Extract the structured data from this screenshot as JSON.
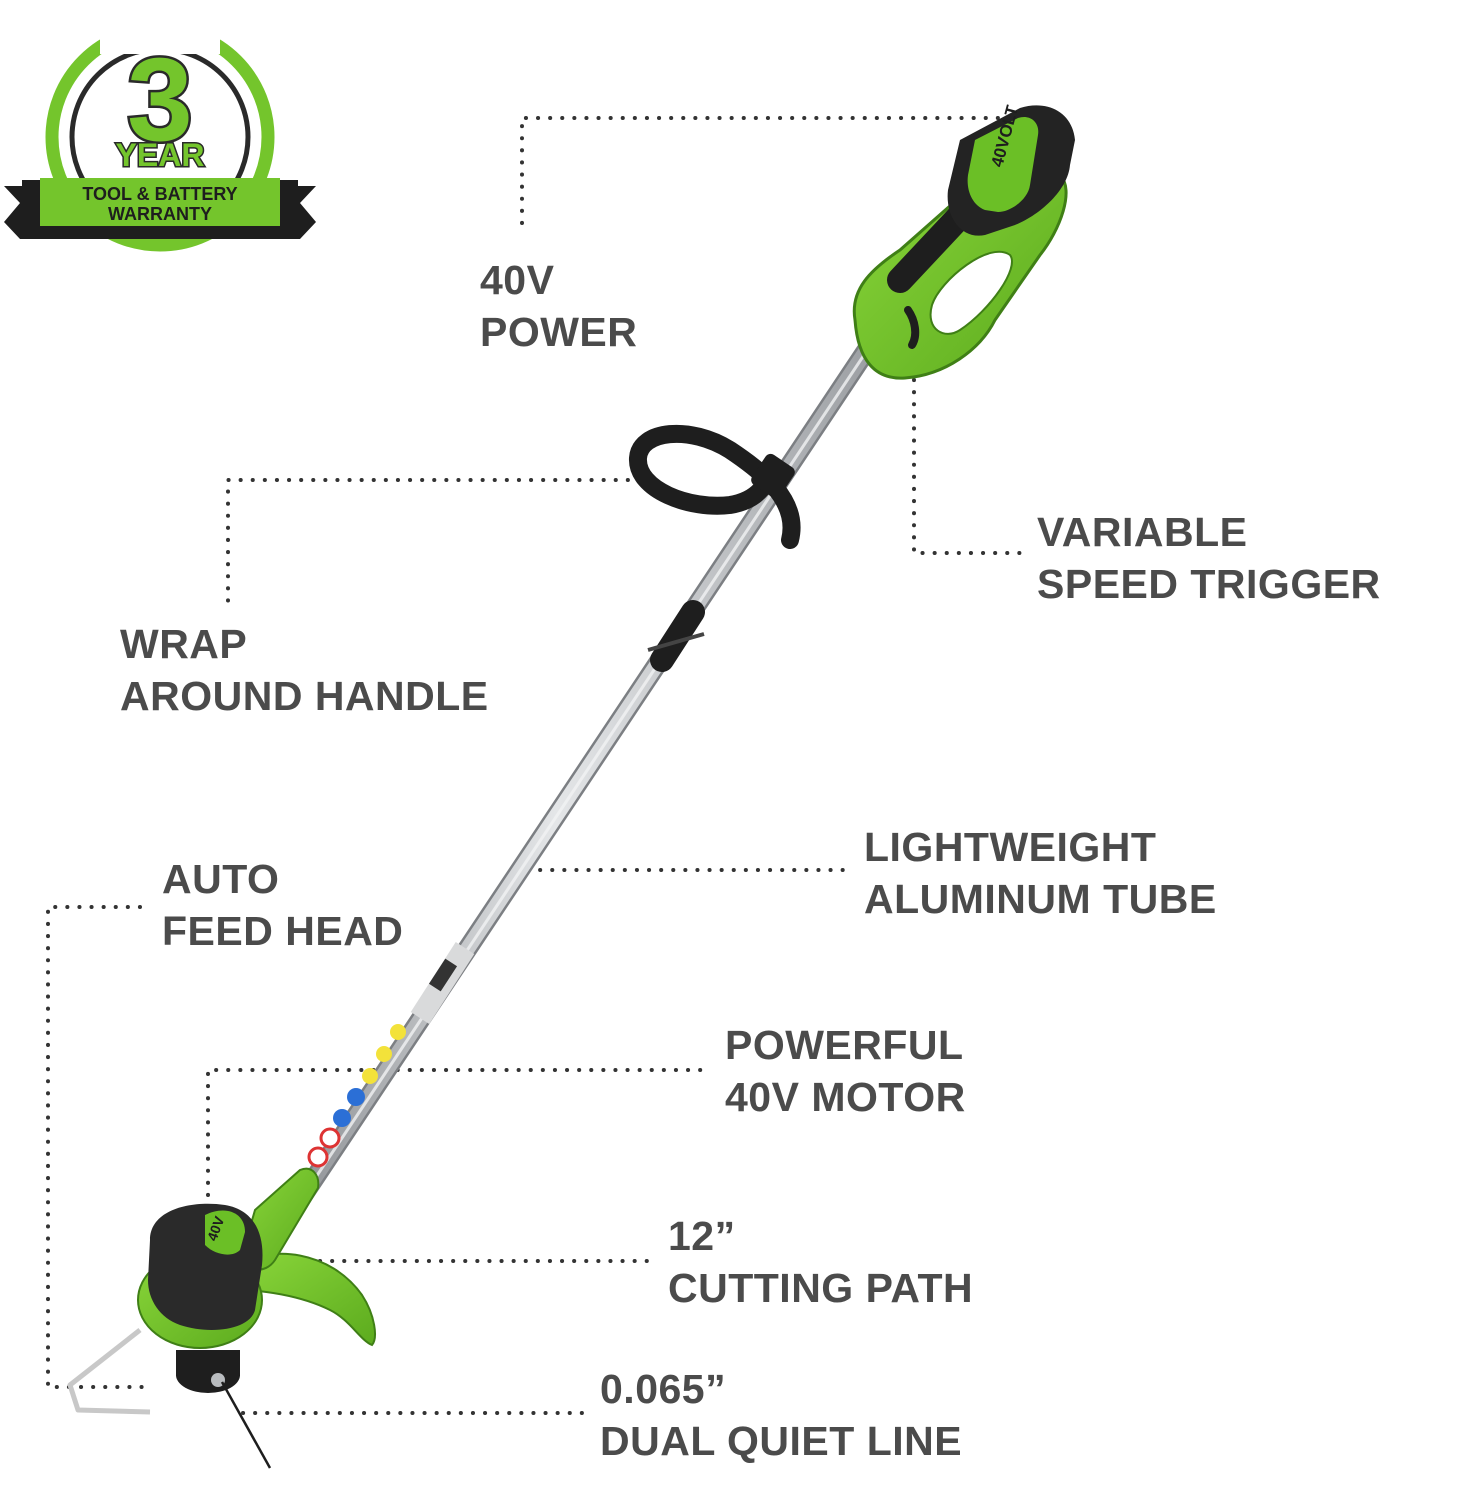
{
  "colors": {
    "brand_green": "#74c52c",
    "dark_gray": "#4b4b4b",
    "tool_black": "#1e1e1e",
    "tube_silver": "#b9bcbf"
  },
  "badge": {
    "number": "3",
    "year": "YEAR",
    "line1": "TOOL & BATTERY",
    "line2": "WARRANTY"
  },
  "battery_text": "40VOLT",
  "head_text": "40V",
  "features": {
    "power": {
      "line1": "40V",
      "line2": "POWER"
    },
    "trigger": {
      "line1": "VARIABLE",
      "line2": "SPEED TRIGGER"
    },
    "handle": {
      "line1": "WRAP",
      "line2": "AROUND HANDLE"
    },
    "tube": {
      "line1": "LIGHTWEIGHT",
      "line2": "ALUMINUM TUBE"
    },
    "feed": {
      "line1": "AUTO",
      "line2": "FEED HEAD"
    },
    "motor": {
      "line1": "POWERFUL",
      "line2": "40V MOTOR"
    },
    "path": {
      "line1": "12”",
      "line2": "CUTTING PATH"
    },
    "line": {
      "line1": "0.065”",
      "line2": "DUAL QUIET LINE"
    }
  }
}
